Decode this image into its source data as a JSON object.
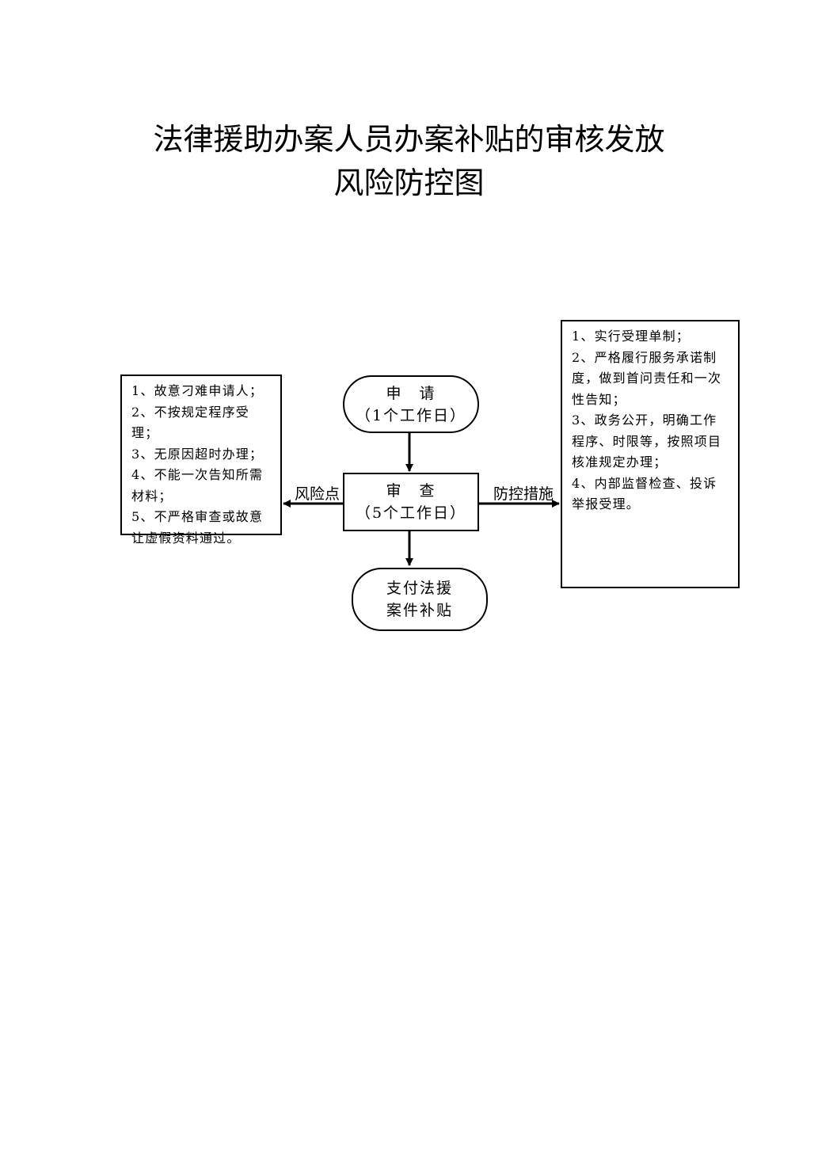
{
  "title": {
    "line1": "法律援助办案人员办案补贴的审核发放",
    "line2": "风险防控图"
  },
  "nodes": {
    "apply": {
      "label": "申　请",
      "sub": "（1个工作日）"
    },
    "review": {
      "label": "审　查",
      "sub": "（5个工作日）"
    },
    "pay": {
      "line1": "支付法援",
      "line2": "案件补贴"
    }
  },
  "risk": {
    "label": "风险点",
    "items": [
      "1、故意刁难申请人；",
      "2、不按规定程序受理；",
      "3、无原因超时办理；",
      "4、不能一次告知所需材料；",
      "5、不严格审查或故意让虚假资料通过。"
    ]
  },
  "measures": {
    "label": "防控措施",
    "items": [
      "1、实行受理单制；",
      "2、严格履行服务承诺制度，做到首问责任和一次性告知；",
      "3、政务公开，明确工作程序、时限等，按照项目核准规定办理；",
      "4、内部监督检查、投诉举报受理。"
    ]
  }
}
